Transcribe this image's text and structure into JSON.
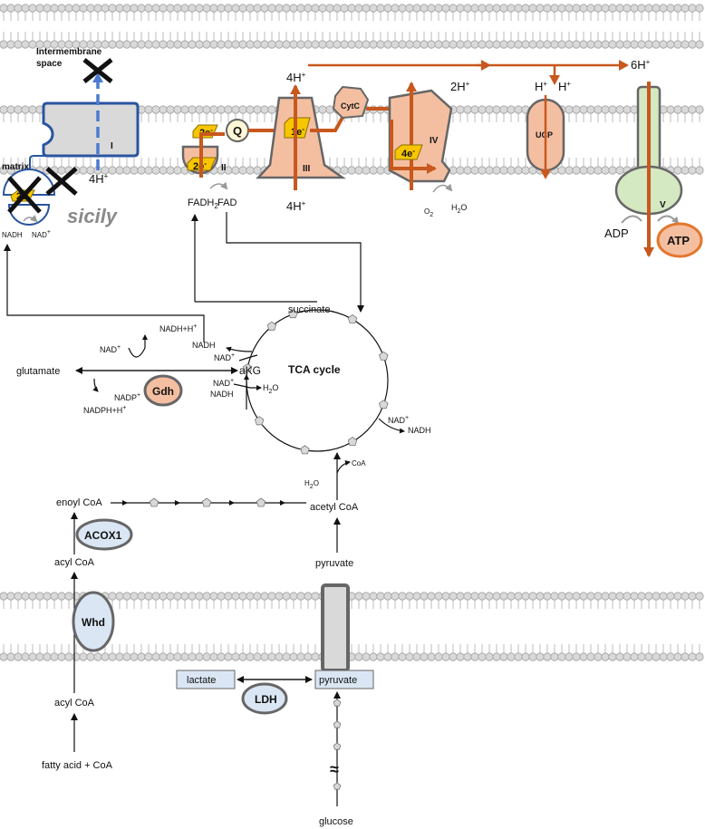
{
  "membranes": {
    "intermembrane_label_1": "Intermembrane",
    "intermembrane_label_2": "space",
    "matrix_label": "matrix"
  },
  "complexes": {
    "c1": "I",
    "c2": "II",
    "c3": "III",
    "c4": "IV",
    "c5": "V",
    "ucp": "UCP",
    "cytc": "CytC",
    "q": "Q",
    "sicily": "sicily"
  },
  "electrons": {
    "c2_top": "2e",
    "c2_bot": "2e",
    "c3": "1e",
    "c4": "4e",
    "sicily": "2e"
  },
  "protons": {
    "c1": "4H",
    "c3_top": "4H",
    "c3_bot": "4H",
    "c4": "2H",
    "ucp_a": "H",
    "ucp_b": "H",
    "c5": "6H"
  },
  "cofactors": {
    "fadh2": "FADH",
    "fad": "FAD",
    "nadh_matrix": "NADH",
    "nad_matrix": "NAD",
    "o2": "O",
    "h2o_c4": "H",
    "adp": "ADP",
    "atp": "ATP"
  },
  "tca": {
    "title": "TCA cycle",
    "succinate": "succinate",
    "akg": "aKG",
    "nadh_h_top": "NADH+H",
    "nad_left": "NAD",
    "nadh_1": "NADH",
    "nad_1": "NAD",
    "nad_2": "NAD",
    "nadh_2": "NADH",
    "h2o_1": "H",
    "nad_3": "NAD",
    "nadh_3": "NADH",
    "h2o_2": "H",
    "coa": "CoA"
  },
  "gdh": {
    "glutamate": "glutamate",
    "label": "Gdh",
    "nadp": "NADP",
    "nadph": "NADPH+H"
  },
  "pathway": {
    "acetyl_coa": "acetyl CoA",
    "pyruvate_mito": "pyruvate",
    "enoyl_coa": "enoyl CoA",
    "acox1": "ACOX1",
    "acyl_coa_top": "acyl CoA",
    "whd": "Whd",
    "acyl_coa_bot": "acyl CoA",
    "fatty_acid": "fatty acid  + CoA",
    "lactate": "lactate",
    "ldh": "LDH",
    "pyruvate_cyto": "pyruvate",
    "glucose": "glucose",
    "wave": "≈"
  },
  "colors": {
    "salmon": "#f4bfa1",
    "orange_arrow": "#c8581e",
    "complex1_fill": "#d9d9d9",
    "complex1_border": "#2a55a0",
    "green": "#d4e8c2",
    "light_blue": "#dae6f3",
    "gold": "#f7c600",
    "grey_pentagon": "#d9d9d9"
  }
}
